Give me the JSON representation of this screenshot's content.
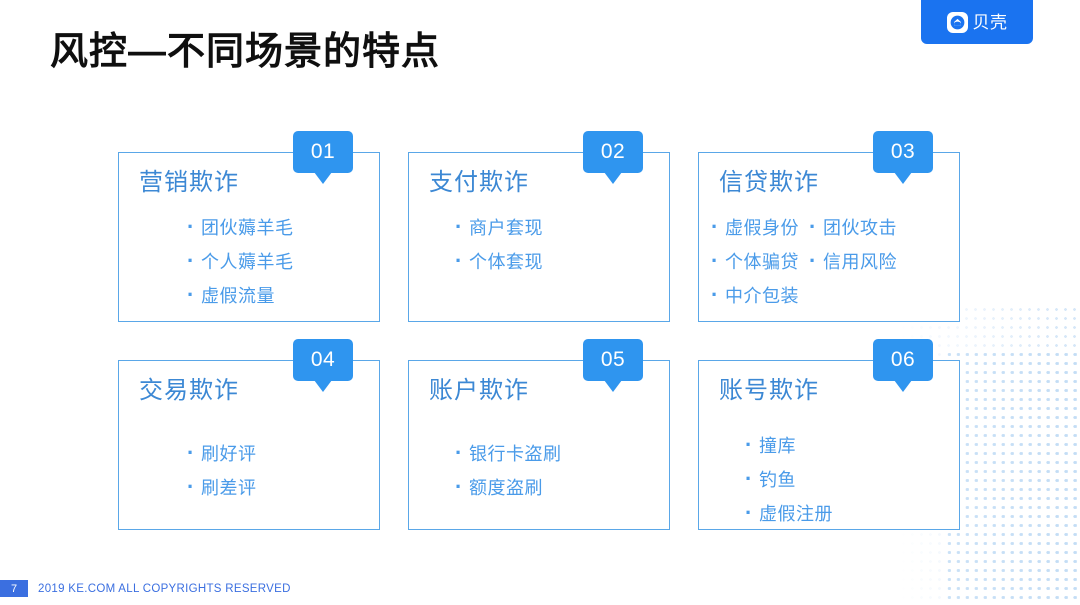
{
  "logo": {
    "text": "贝壳",
    "icon": "shell-logo-icon",
    "color": "#1a73f0"
  },
  "title": "风控—不同场景的特点",
  "theme": {
    "badge_blue": "#2f95ef",
    "card_border": "#5aa7e8",
    "card_title_blue": "#3c88d4",
    "bullet_blue": "#4a9be9",
    "footer_blue": "#3b6fe0"
  },
  "cards": [
    {
      "number": "01",
      "title": "营销欺诈",
      "columns": [
        [
          "团伙薅羊毛",
          "个人薅羊毛",
          "虚假流量"
        ]
      ]
    },
    {
      "number": "02",
      "title": "支付欺诈",
      "columns": [
        [
          "商户套现",
          "个体套现"
        ]
      ]
    },
    {
      "number": "03",
      "title": "信贷欺诈",
      "columns": [
        [
          "虚假身份",
          "个体骗贷",
          "中介包装"
        ],
        [
          "团伙攻击",
          "信用风险"
        ]
      ]
    },
    {
      "number": "04",
      "title": "交易欺诈",
      "columns": [
        [
          "刷好评",
          "刷差评"
        ]
      ]
    },
    {
      "number": "05",
      "title": "账户欺诈",
      "columns": [
        [
          "银行卡盗刷",
          "额度盗刷"
        ]
      ]
    },
    {
      "number": "06",
      "title": "账号欺诈",
      "columns": [
        [
          "撞库",
          "钓鱼",
          "虚假注册"
        ]
      ]
    }
  ],
  "footer": {
    "page_number": "7",
    "copyright": "2019 KE.COM ALL COPYRIGHTS  RESERVED"
  }
}
